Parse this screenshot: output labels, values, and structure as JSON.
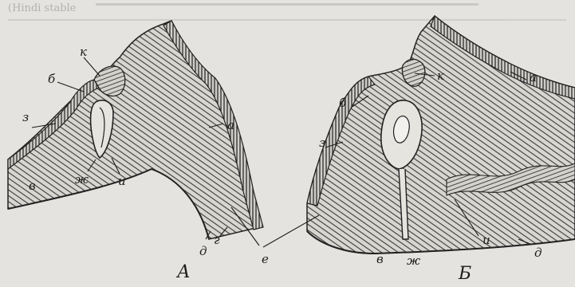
{
  "figure": {
    "top_caption_fragment": "(Hindi stable",
    "panel_a": {
      "panel_letter": "А",
      "labels": {
        "k": "к",
        "b": "б",
        "z": "з",
        "v": "в",
        "zh": "ж",
        "i": "и",
        "a": "а",
        "d": "д",
        "g": "г"
      }
    },
    "panel_b": {
      "panel_letter": "Б",
      "labels": {
        "k": "к",
        "a": "а",
        "b": "б",
        "z": "з",
        "v": "в",
        "zh": "ж",
        "i": "и",
        "d": "д"
      }
    },
    "shared_label_e": "е"
  },
  "colors": {
    "background": "#e4e3df",
    "ink": "#1c1c1c",
    "tissue_light": "#d9d7d2",
    "tissue_dark": "#2b2b2b"
  }
}
